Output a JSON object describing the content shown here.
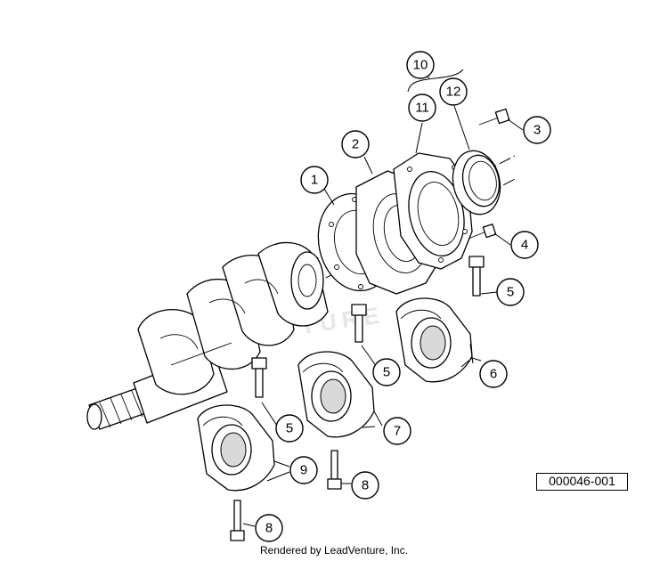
{
  "diagram": {
    "reference_code": "000046-001",
    "credit": "Rendered by LeadVenture, Inc.",
    "watermark": "VENTURE",
    "callouts": [
      {
        "number": "1"
      },
      {
        "number": "2"
      },
      {
        "number": "3"
      },
      {
        "number": "4"
      },
      {
        "number": "5"
      },
      {
        "number": "5"
      },
      {
        "number": "5"
      },
      {
        "number": "6"
      },
      {
        "number": "7"
      },
      {
        "number": "8"
      },
      {
        "number": "8"
      },
      {
        "number": "9"
      },
      {
        "number": "10"
      },
      {
        "number": "11"
      },
      {
        "number": "12"
      }
    ]
  }
}
